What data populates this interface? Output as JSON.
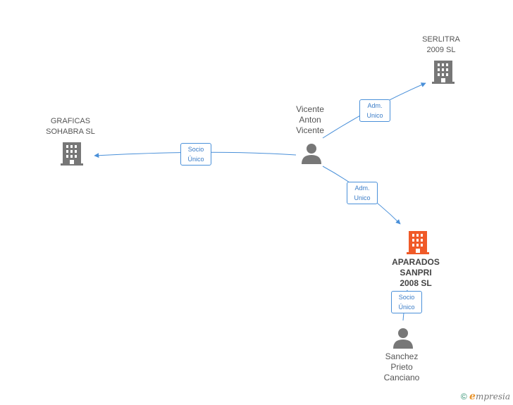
{
  "colors": {
    "edge": "#4a90d9",
    "building": "#777777",
    "building_main": "#f05a28",
    "person": "#777777"
  },
  "nodes": {
    "graficas": {
      "label": "GRAFICAS\nSOHABRA SL",
      "icon": "building-icon"
    },
    "serlitra": {
      "label": "SERLITRA\n2009 SL",
      "icon": "building-icon"
    },
    "vicente": {
      "label": "Vicente\nAnton\nVicente",
      "icon": "person-icon"
    },
    "aparados": {
      "label": "APARADOS\nSANPRI\n2008 SL",
      "icon": "building-icon"
    },
    "sanchez": {
      "label": "Sanchez\nPrieto\nCanciano",
      "icon": "person-icon"
    }
  },
  "edges": {
    "vicente_graficas": "Socio\nÚnico",
    "vicente_serlitra": "Adm.\nUnico",
    "vicente_aparados": "Adm.\nUnico",
    "sanchez_aparados": "Socio\nÚnico"
  },
  "footer": {
    "copyright": "©",
    "brand_initial": "e",
    "brand_rest": "mpresia"
  }
}
